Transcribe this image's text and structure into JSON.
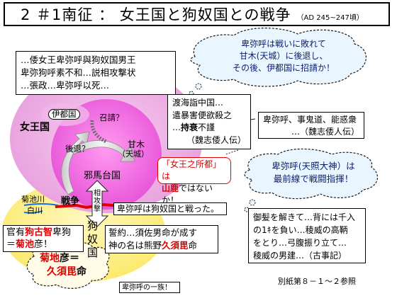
{
  "title": {
    "main": "2 ＃1南征 ： 女王国と狗奴国との戦争",
    "sub": "（AD 245~247頃）"
  },
  "wa_text": {
    "line1": "…倭女王卑弥呼與狗奴国男王",
    "line2": "卑弥狗呼素不和…説相攻撃状",
    "line3": "…張政…卑弥呼以死…"
  },
  "cloud_top": {
    "line1": "卑弥呼は戦いに敗れて",
    "line2": "甘木(天城）に後退し、",
    "line3": "その後、伊都国に招請か！"
  },
  "envoy_box": {
    "line1": "渡海詣中国…",
    "line2": "遣暴害便欲殺之",
    "line3_a": "…",
    "line3_b": "持衰",
    "line3_c": "不謹",
    "line4": "（魏志倭人伝）"
  },
  "kido_box": {
    "line1": "卑弥呼、事鬼道、能惑衆",
    "line2": "…（魏志倭人伝）"
  },
  "cloud_amaterasu": {
    "line1": "卑弥呼(天照大神）は",
    "line2": "最前線で戦闘指揮！"
  },
  "shinomiya": {
    "line1": "「女王之所都」は",
    "line2_red": "山鹿",
    "line2_rest": "ではないか！"
  },
  "map": {
    "joou": "女王国",
    "itokoku": "伊都国",
    "shosei": "召請？",
    "kotai": "後退？",
    "amagi": "甘木",
    "amagi_alt": "（天城）",
    "yamatai": "邪馬台国",
    "kikuchi": "菊池川",
    "shirakawa": "白川",
    "kuna_v": "狗奴国",
    "battle": "戦争",
    "attack_v": "相攻撃"
  },
  "fought_box": "卑弥呼は狗奴国と戦った。",
  "official_box": {
    "line1_a": "官有",
    "line1_b": "狗古智",
    "line1_c": "卑狗",
    "line2_a": "＝",
    "line2_b": "菊池",
    "line2_c": "彦！"
  },
  "oath_box": {
    "line1": "誓約…須佐男命が成す",
    "line2_a": "神の名は熊野",
    "line2_b": "久須毘",
    "line2_c": "命"
  },
  "cloud_kikuchi": {
    "line1_a": "菊地",
    "line1_b": "彦＝",
    "line2_a": "久須毘",
    "line2_b": "命"
  },
  "ichizoku": "卑弥呼の一族！",
  "kojiki_box": {
    "line1": "御髪を解きて…背には千入",
    "line2": "の1ｷを負い…稜威の高鞆",
    "line3": "をとり…弓腹振り立て…",
    "line4": "稜威の男建…（古事記）"
  },
  "reference": "別紙第８－１～２参照"
}
